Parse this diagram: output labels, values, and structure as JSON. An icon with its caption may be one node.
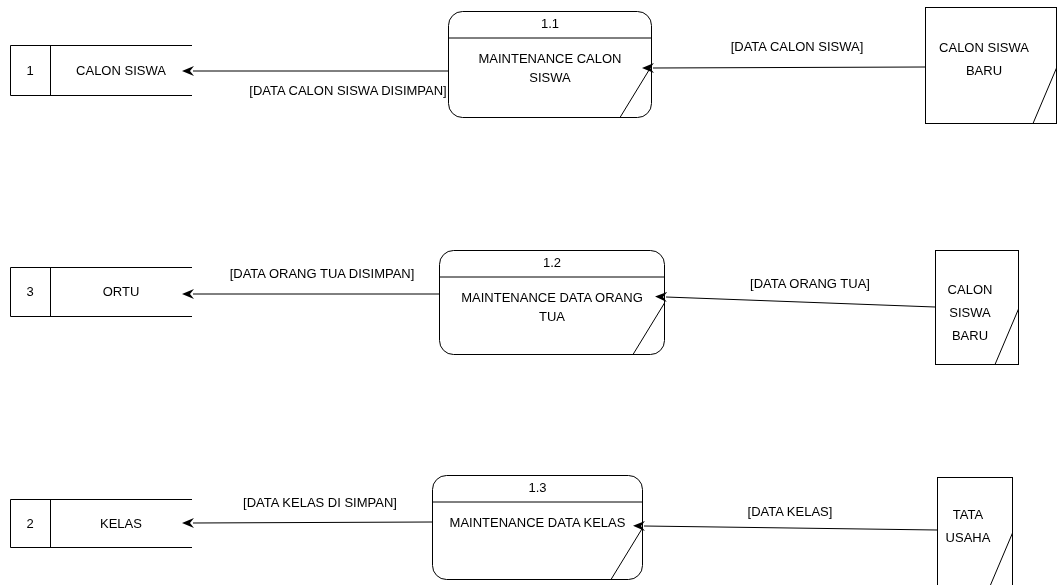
{
  "diagram": {
    "nodes": [
      {
        "text": [
          "1",
          "CALON SISWA"
        ]
      },
      {
        "text": [
          "1.1",
          "MAINTENANCE CALON SISWA"
        ]
      },
      {
        "text": [
          "CALON SISWA BARU"
        ]
      },
      {
        "text": [
          "3",
          "ORTU"
        ]
      },
      {
        "text": [
          "1.2",
          "MAINTENANCE DATA ORANG TUA"
        ]
      },
      {
        "text": [
          "CALON SISWA BARU"
        ]
      },
      {
        "text": [
          "2",
          "KELAS"
        ]
      },
      {
        "text": [
          "1.3",
          "MAINTENANCE DATA KELAS"
        ]
      },
      {
        "text": [
          "TATA USAHA"
        ]
      }
    ],
    "edges": [
      {
        "from": 1,
        "to": 0,
        "arrow": "to",
        "label": "[DATA CALON SISWA DISIMPAN]"
      },
      {
        "from": 2,
        "to": 1,
        "arrow": "to",
        "label": "[DATA CALON SISWA]"
      },
      {
        "from": 4,
        "to": 3,
        "arrow": "to",
        "label": "[DATA ORANG TUA DISIMPAN]"
      },
      {
        "from": 5,
        "to": 4,
        "arrow": "to",
        "label": "[DATA ORANG TUA]"
      },
      {
        "from": 7,
        "to": 6,
        "arrow": "to",
        "label": "[DATA KELAS DI SIMPAN]"
      },
      {
        "from": 8,
        "to": 7,
        "arrow": "to",
        "label": "[DATA KELAS]"
      }
    ]
  }
}
